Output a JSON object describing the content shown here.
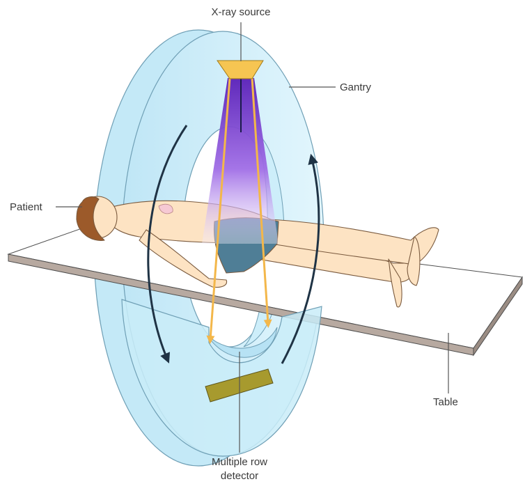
{
  "labels": {
    "xray_source": "X-ray source",
    "gantry": "Gantry",
    "patient": "Patient",
    "table": "Table",
    "detector_line1": "Multiple row",
    "detector_line2": "detector"
  },
  "colors": {
    "gantry_fill": "#cdeefa",
    "gantry_edge": "#6f9fb5",
    "beam_top": "#5a1fb8",
    "beam_bottom": "#f4eefc",
    "ray": "#f3b74a",
    "source": "#f6c552",
    "detector": "#a79a2e",
    "skin": "#fde3c3",
    "shorts": "#4f7e96",
    "table_top": "#ffffff",
    "table_edge": "#b7a9a0",
    "arrow": "#1f3345"
  }
}
